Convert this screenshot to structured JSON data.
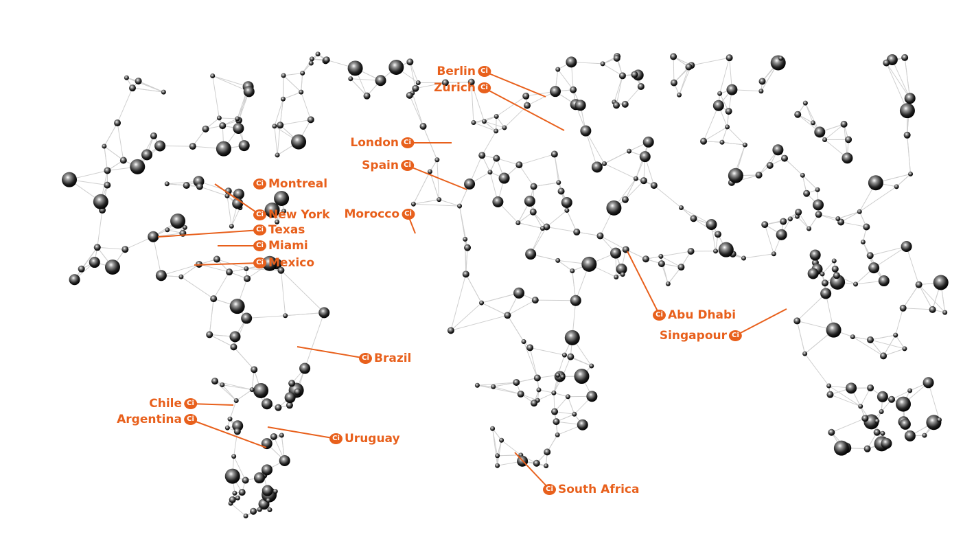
{
  "accent_color": "#e8601c",
  "pin_icon": "office-location-icon",
  "pin_glyph": "Ci",
  "cities": [
    {
      "id": "berlin",
      "name": "Berlin"
    },
    {
      "id": "zurich",
      "name": "Zurich"
    },
    {
      "id": "london",
      "name": "London"
    },
    {
      "id": "spain",
      "name": "Spain"
    },
    {
      "id": "morocco",
      "name": "Morocco"
    },
    {
      "id": "montreal",
      "name": "Montreal"
    },
    {
      "id": "new-york",
      "name": "New York"
    },
    {
      "id": "texas",
      "name": "Texas"
    },
    {
      "id": "miami",
      "name": "Miami"
    },
    {
      "id": "mexico",
      "name": "Mexico"
    },
    {
      "id": "brazil",
      "name": "Brazil"
    },
    {
      "id": "chile",
      "name": "Chile"
    },
    {
      "id": "argentina",
      "name": "Argentina"
    },
    {
      "id": "uruguay",
      "name": "Uruguay"
    },
    {
      "id": "south-africa",
      "name": "South Africa"
    },
    {
      "id": "abu-dhabi",
      "name": "Abu Dhabi"
    },
    {
      "id": "singapour",
      "name": "Singapour"
    }
  ]
}
